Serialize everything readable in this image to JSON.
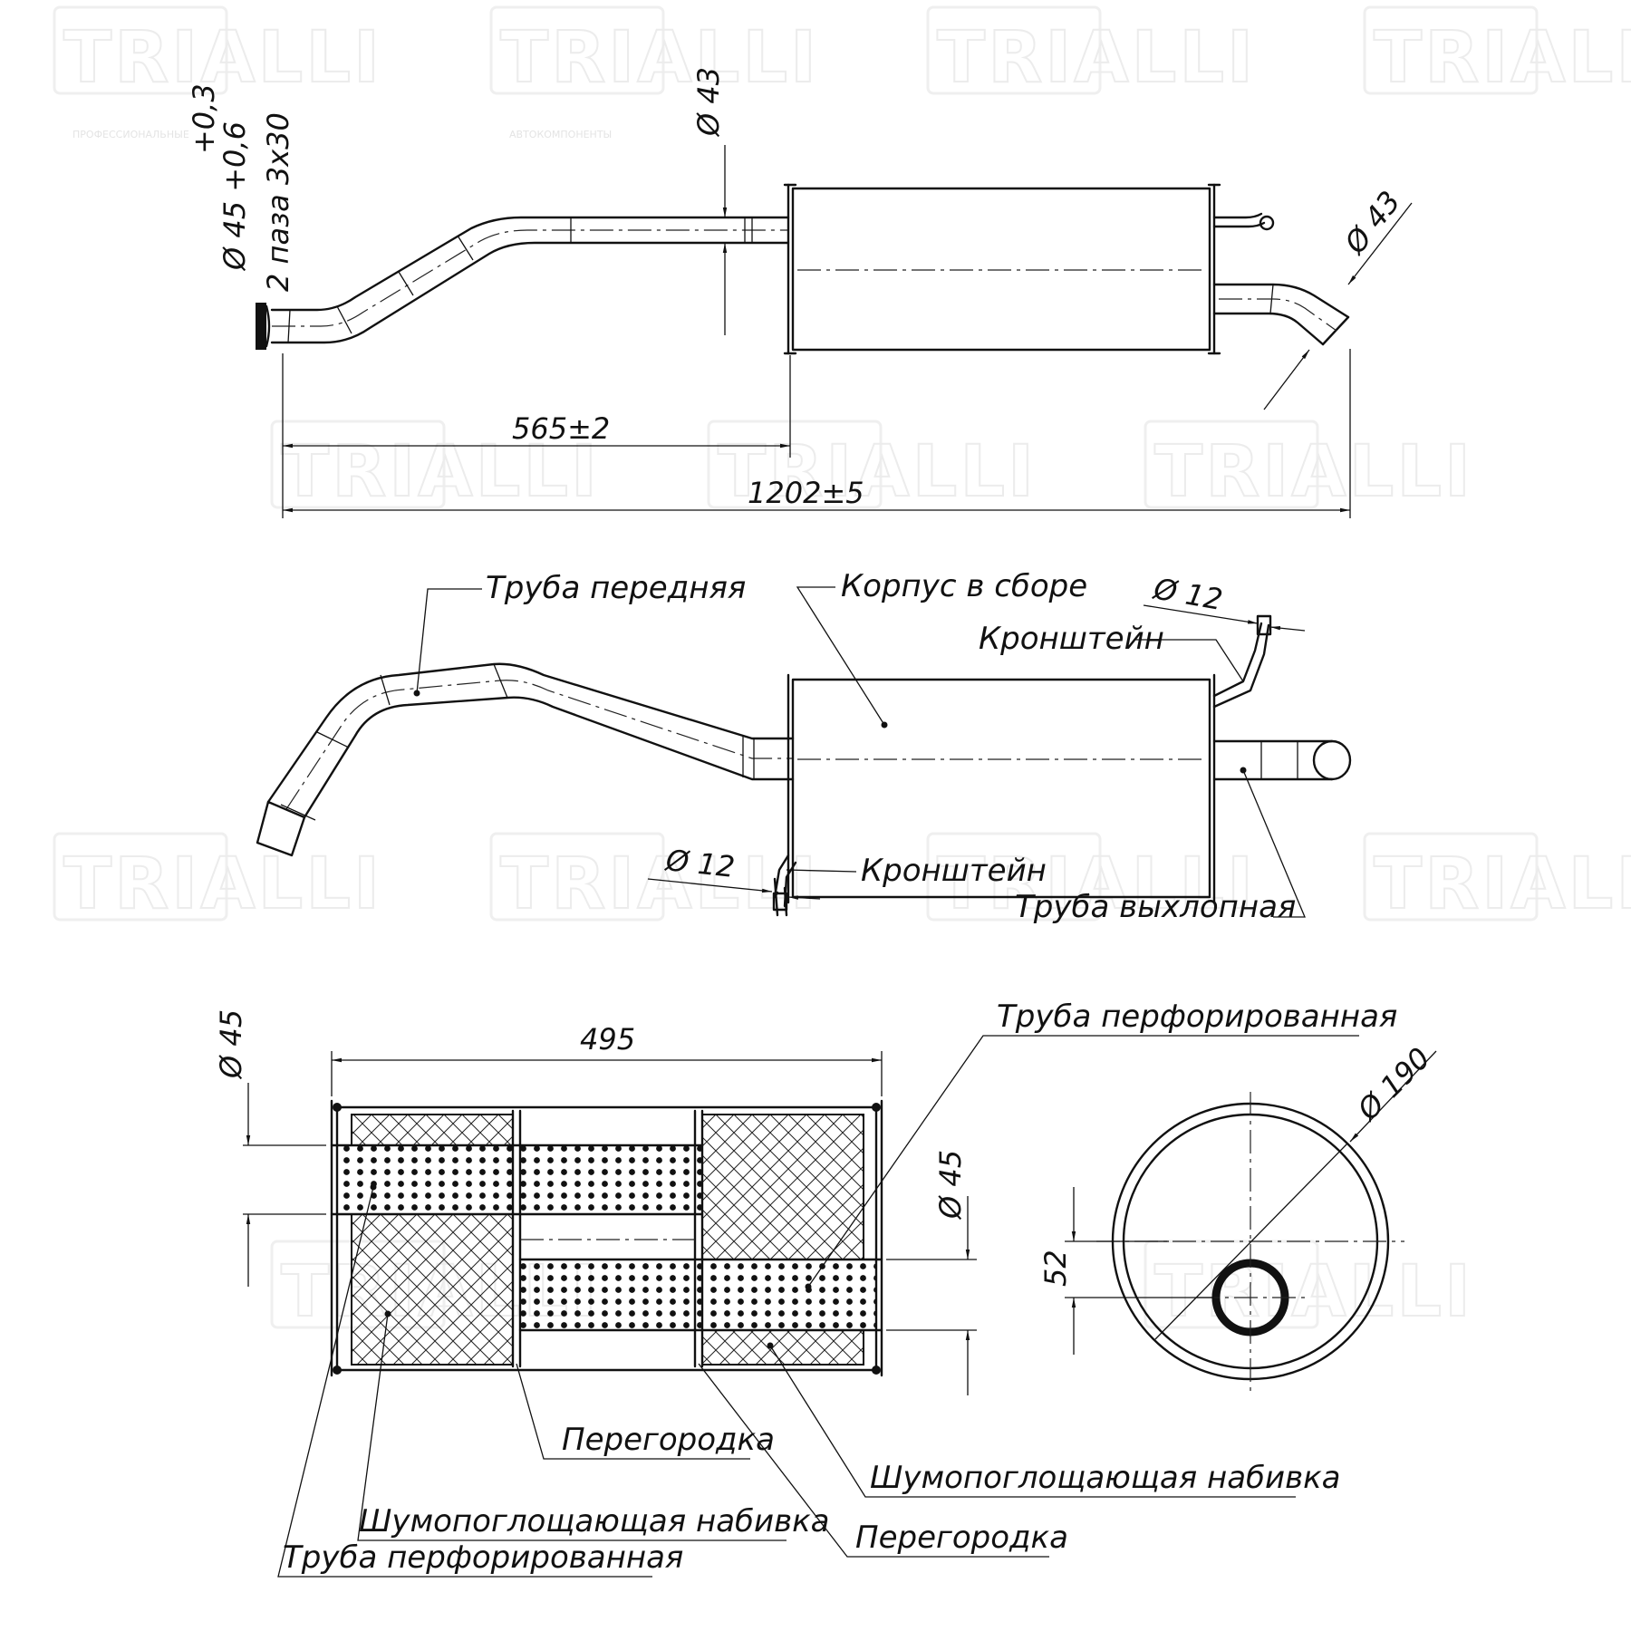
{
  "watermark": {
    "brand": "TRIALLI",
    "tagline_1": "ПРОФЕССИОНАЛЬНЫЕ",
    "tagline_2": "АВТОКОМПОНЕНТЫ"
  },
  "view_top": {
    "dim_inlet_dia": "Ø 45 +0,6",
    "dim_inlet_tol": "+0,3",
    "dim_slots": "2 паза 3x30",
    "dim_pipe_dia": "Ø 43",
    "dim_tail_dia": "Ø 43",
    "dim_565": "565±2",
    "dim_1202": "1202±5"
  },
  "view_middle": {
    "front_pipe": "Труба передняя",
    "body_assembly": "Корпус в сборе",
    "bracket_dia_top": "Ø 12",
    "bracket_top": "Кронштейн",
    "bracket_dia_bottom": "Ø 12",
    "bracket_bottom": "Кронштейн",
    "exhaust_pipe": "Труба выхлопная"
  },
  "view_section": {
    "dim_length": "495",
    "dim_left_dia": "Ø 45",
    "dim_right_dia": "Ø 45",
    "perforated_pipe_top": "Труба перфорированная",
    "partition_1": "Перегородка",
    "noise_packing_left": "Шумопоглощающая набивка",
    "perforated_pipe_bottom": "Труба перфорированная",
    "noise_packing_right": "Шумопоглощающая набивка",
    "partition_2": "Перегородка"
  },
  "view_end": {
    "dim_body_dia": "Ø 190",
    "dim_offset": "52"
  }
}
